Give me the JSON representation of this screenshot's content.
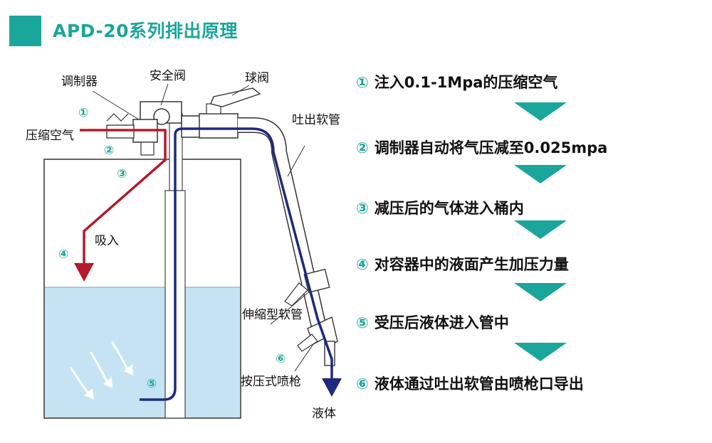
{
  "title": "APD-20系列排出原理",
  "diagram": {
    "labels": {
      "regulator": "调制器",
      "safety_valve": "安全阀",
      "ball_valve": "球阀",
      "discharge_hose": "吐出软管",
      "compressed_air": "压缩空气",
      "suction": "吸入",
      "telescopic_hose": "伸縮型软管",
      "press_gun": "按压式喷枪",
      "liquid": "液体"
    },
    "markers": [
      "①",
      "②",
      "③",
      "④",
      "⑤",
      "⑥"
    ],
    "colors": {
      "accent": "#1aa69a",
      "air_line": "#b5192b",
      "liquid_line": "#1d2a80",
      "liquid_fill": "#c5e3f3"
    }
  },
  "steps": [
    {
      "num": "①",
      "text": "注入0.1-1Mpa的压缩空气"
    },
    {
      "num": "②",
      "text": "调制器自动将气压减至0.025mpa"
    },
    {
      "num": "③",
      "text": "减压后的气体进入桶内"
    },
    {
      "num": "④",
      "text": "对容器中的液面产生加压力量"
    },
    {
      "num": "⑤",
      "text": "受压后液体进入管中"
    },
    {
      "num": "⑥",
      "text": "液体通过吐出软管由喷枪口导出"
    }
  ]
}
